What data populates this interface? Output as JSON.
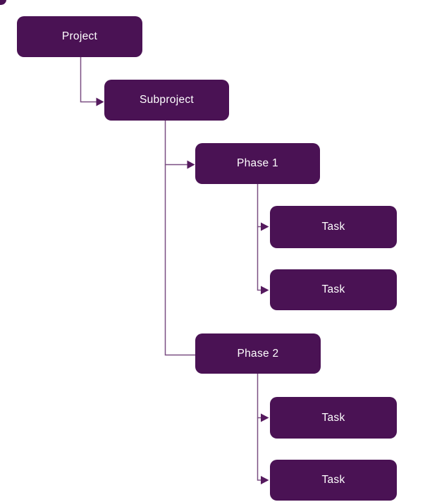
{
  "diagram": {
    "type": "hierarchy-flowchart",
    "background_color": "#ffffff",
    "colors": {
      "node_fill": "#4a1254",
      "node_text": "#ffffff",
      "connector_line": "#7a4f82",
      "arrowhead": "#551a5e"
    },
    "nodes": [
      {
        "id": "project",
        "label": "Project",
        "level": 0
      },
      {
        "id": "subproject",
        "label": "Subproject",
        "level": 1
      },
      {
        "id": "phase-1",
        "label": "Phase 1",
        "level": 2
      },
      {
        "id": "phase-1-task-1",
        "label": "Task",
        "level": 3
      },
      {
        "id": "phase-1-task-2",
        "label": "Task",
        "level": 3
      },
      {
        "id": "phase-2",
        "label": "Phase 2",
        "level": 2
      },
      {
        "id": "phase-2-task-1",
        "label": "Task",
        "level": 3
      },
      {
        "id": "phase-2-task-2",
        "label": "Task",
        "level": 3
      }
    ],
    "edges": [
      {
        "from": "project",
        "to": "subproject",
        "arrowhead": true
      },
      {
        "from": "subproject",
        "to": "phase-1",
        "arrowhead": true
      },
      {
        "from": "subproject",
        "to": "phase-2",
        "arrowhead": false
      },
      {
        "from": "phase-1",
        "to": "phase-1-task-1",
        "arrowhead": true
      },
      {
        "from": "phase-1",
        "to": "phase-1-task-2",
        "arrowhead": true
      },
      {
        "from": "phase-2",
        "to": "phase-2-task-1",
        "arrowhead": true
      },
      {
        "from": "phase-2",
        "to": "phase-2-task-2",
        "arrowhead": true
      }
    ]
  }
}
